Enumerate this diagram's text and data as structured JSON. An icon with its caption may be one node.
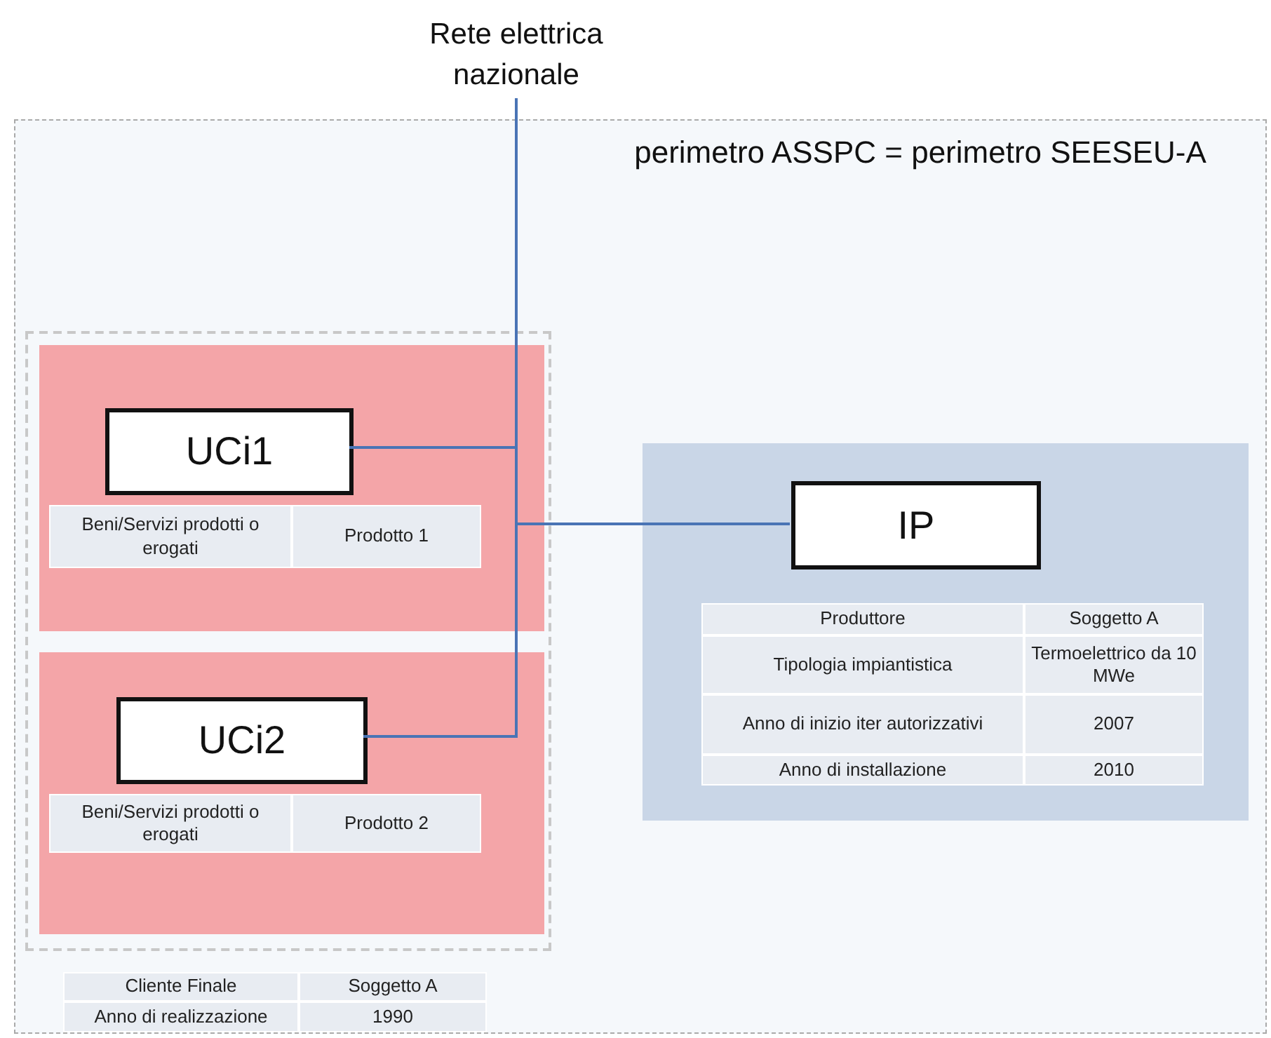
{
  "diagram": {
    "nodes": [
      {
        "text": [
          "perimetro ASSPC = perimetro SEESEU-A"
        ]
      },
      {
        "text": [],
        "shape": "box",
        "in": 0
      },
      {
        "text": [],
        "shape": "box",
        "in": 1
      },
      {
        "text": [
          "UCi1"
        ],
        "in": 2
      },
      {
        "text": [],
        "shape": "box",
        "in": 1
      },
      {
        "text": [
          "UCi2"
        ],
        "in": 4
      },
      {
        "text": [],
        "shape": "box",
        "in": 0
      },
      {
        "text": [
          "IP"
        ],
        "in": 6
      },
      {
        "text": [
          "Rete elettrica nazionale"
        ]
      }
    ],
    "edges": [
      {
        "from": 8,
        "to": 3,
        "arrow": "none"
      },
      {
        "from": 8,
        "to": 5,
        "arrow": "none"
      },
      {
        "from": 8,
        "to": 7,
        "arrow": "none"
      }
    ],
    "labels": [
      "Beni/Servizi prodotti o erogati",
      "Prodotto 1",
      "Beni/Servizi prodotti o erogati",
      "Prodotto 2",
      "Produttore",
      "Soggetto A",
      "Tipologia impiantistica",
      "Termoelettrico da 10 MWe",
      "Anno di inizio iter autorizzativi",
      "2007",
      "Anno di installazione",
      "2010",
      "Cliente Finale",
      "Soggetto A",
      "Anno di realizzazione",
      "1990"
    ]
  }
}
